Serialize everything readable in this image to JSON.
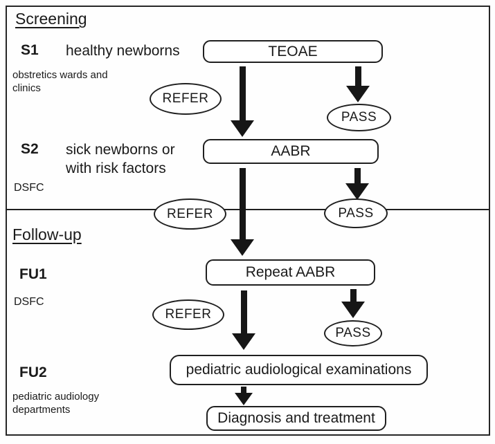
{
  "screening": {
    "title": "Screening",
    "s1": {
      "id": "S1",
      "description": "healthy newborns",
      "location": "obstretics wards and\nclinics",
      "test": "TEOAE"
    },
    "s2": {
      "id": "S2",
      "description": "sick newborns or\nwith risk factors",
      "location": "DSFC",
      "test": "AABR"
    }
  },
  "followup": {
    "title": "Follow-up",
    "fu1": {
      "id": "FU1",
      "location": "DSFC",
      "test": "Repeat AABR"
    },
    "fu2": {
      "id": "FU2",
      "location": "pediatric audiology\ndepartments",
      "test": "pediatric audiological examinations",
      "outcome": "Diagnosis and treatment"
    }
  },
  "outcomes": {
    "refer": "REFER",
    "pass": "PASS"
  },
  "colors": {
    "line": "#1f1f1f",
    "fill": "#ffffff"
  }
}
